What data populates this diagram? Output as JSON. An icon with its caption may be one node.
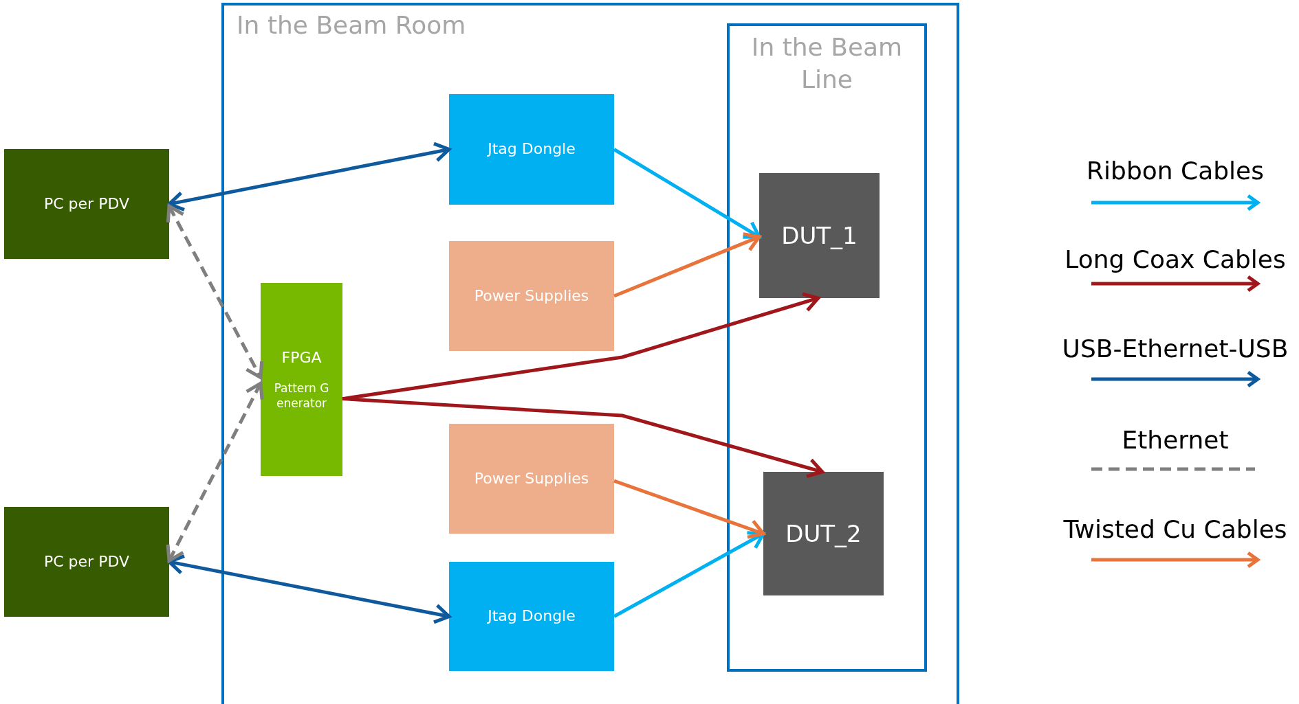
{
  "diagram": {
    "nodes": [
      {
        "text": [
          "In the Beam Room"
        ]
      },
      {
        "text": [
          "In the Beam Line"
        ],
        "in": 0
      },
      {
        "text": [
          "PC per PDV"
        ]
      },
      {
        "text": [
          "PC per PDV"
        ]
      },
      {
        "text": [
          "FPGA",
          "Pattern Generator"
        ],
        "in": 0
      },
      {
        "text": [
          "Jtag Dongle"
        ],
        "in": 0
      },
      {
        "text": [
          "Power Supplies"
        ],
        "in": 0
      },
      {
        "text": [
          "Power Supplies"
        ],
        "in": 0
      },
      {
        "text": [
          "Jtag Dongle"
        ],
        "in": 0
      },
      {
        "text": [
          "DUT_1"
        ],
        "in": 1
      },
      {
        "text": [
          "DUT_2"
        ],
        "in": 1
      }
    ],
    "edges": [
      {
        "from": 2,
        "to": 5,
        "arrow": "both",
        "color": "#0f5a9c"
      },
      {
        "from": 3,
        "to": 8,
        "arrow": "both",
        "color": "#0f5a9c"
      },
      {
        "from": 2,
        "to": 4,
        "arrow": "both",
        "style": "dashed",
        "color": "#7f7f7f"
      },
      {
        "from": 3,
        "to": 4,
        "arrow": "both",
        "style": "dashed",
        "color": "#7f7f7f"
      },
      {
        "from": 5,
        "to": 9,
        "arrow": "to",
        "color": "#00b0f0"
      },
      {
        "from": 8,
        "to": 10,
        "arrow": "to",
        "color": "#00b0f0"
      },
      {
        "from": 6,
        "to": 9,
        "arrow": "to",
        "color": "#e8743b"
      },
      {
        "from": 7,
        "to": 10,
        "arrow": "to",
        "color": "#e8743b"
      },
      {
        "from": 4,
        "to": 9,
        "arrow": "to",
        "color": "#a0171b"
      },
      {
        "from": 4,
        "to": 10,
        "arrow": "to",
        "color": "#a0171b"
      }
    ],
    "legend": [
      {
        "text": "Ribbon Cables",
        "color": "#00b0f0"
      },
      {
        "text": "Long Coax Cables",
        "color": "#a0171b"
      },
      {
        "text": "USB-Ethernet-USB",
        "color": "#0f5a9c"
      },
      {
        "text": "Ethernet",
        "color": "#7f7f7f"
      },
      {
        "text": "Twisted Cu Cables",
        "color": "#e8743b"
      }
    ]
  }
}
